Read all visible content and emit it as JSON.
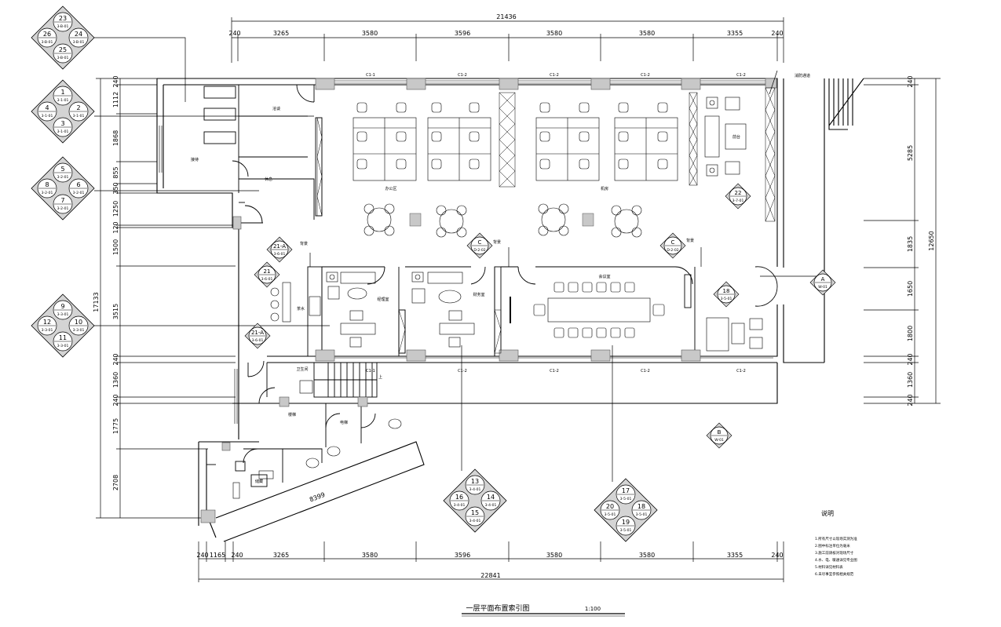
{
  "drawing": {
    "title": "一层平面布置索引图",
    "scale": "1:100"
  },
  "dimensions": {
    "top_total": "21436",
    "top_segments": [
      "240",
      "3265",
      "3580",
      "3596",
      "3580",
      "3580",
      "3355",
      "240"
    ],
    "bottom_total": "22841",
    "bottom_segments": [
      "240",
      "1165",
      "240",
      "3265",
      "3580",
      "3596",
      "3580",
      "3580",
      "3355",
      "240"
    ],
    "left_total": "17133",
    "left_segments": [
      "240",
      "1112",
      "1868",
      "855",
      "350",
      "1250",
      "120",
      "1500",
      "3515",
      "240",
      "1360",
      "240",
      "1775",
      "2708"
    ],
    "right_total": "12650",
    "right_segments": [
      "240",
      "5285",
      "1835",
      "1650",
      "1800",
      "240",
      "1360",
      "240"
    ],
    "diagonal": "8399"
  },
  "window_labels_top": [
    "C1-1",
    "C1-2",
    "C1-2",
    "C1-2",
    "C1-2"
  ],
  "window_labels_mid": [
    "C1-1",
    "C1-2",
    "C1-2",
    "C1-2",
    "C1-2"
  ],
  "room_labels": {
    "r1": "洽谈",
    "r2": "办公区",
    "r3": "接待",
    "r4": "休息",
    "r5": "经理室",
    "r6": "财务室",
    "r7": "会议室",
    "r8": "前台",
    "r9": "卫生间",
    "r10": "楼梯",
    "r11": "电梯",
    "r12": "茶水",
    "r13": "机房",
    "r14": "储藏"
  },
  "annotations": {
    "backdrop1": "背景",
    "backdrop2": "背景",
    "backdrop3": "背景",
    "stair_up": "上",
    "entry": "消防通道"
  },
  "index_clusters": [
    {
      "top": "23",
      "top_ref": "3-B-01",
      "left": "26",
      "left_ref": "3-B-01",
      "right": "24",
      "right_ref": "3-B-01",
      "bottom": "25",
      "bottom_ref": "3-B-01"
    },
    {
      "top": "1",
      "top_ref": "3-1-01",
      "left": "4",
      "left_ref": "3-1-01",
      "right": "2",
      "right_ref": "3-1-01",
      "bottom": "3",
      "bottom_ref": "3-1-01"
    },
    {
      "top": "5",
      "top_ref": "3-2-01",
      "left": "8",
      "left_ref": "3-2-01",
      "right": "6",
      "right_ref": "3-2-01",
      "bottom": "7",
      "bottom_ref": "3-2-01"
    },
    {
      "top": "9",
      "top_ref": "3-3-01",
      "left": "12",
      "left_ref": "3-3-01",
      "right": "10",
      "right_ref": "3-3-01",
      "bottom": "11",
      "bottom_ref": "3-3-01"
    },
    {
      "top": "13",
      "top_ref": "3-4-01",
      "left": "16",
      "left_ref": "3-4-01",
      "right": "14",
      "right_ref": "3-4-01",
      "bottom": "15",
      "bottom_ref": "3-4-01"
    },
    {
      "top": "17",
      "top_ref": "3-5-01",
      "left": "20",
      "left_ref": "3-5-01",
      "right": "18",
      "right_ref": "3-5-01",
      "bottom": "19",
      "bottom_ref": "3-5-01"
    }
  ],
  "section_markers": [
    {
      "num": "21-A",
      "ref": "3-6-01"
    },
    {
      "num": "21",
      "ref": "3-6-01"
    },
    {
      "num": "21-A",
      "ref": "3-6-01"
    },
    {
      "num": "C",
      "ref": "D-2-02"
    },
    {
      "num": "C",
      "ref": "D-2-02"
    },
    {
      "num": "22",
      "ref": "3-7-01"
    },
    {
      "num": "18",
      "ref": "3-5-01"
    },
    {
      "num": "A",
      "ref": "W-01"
    },
    {
      "num": "B",
      "ref": "W-01"
    }
  ],
  "notes": {
    "heading": "说明",
    "items": [
      "1.所有尺寸以现场实测为准",
      "2.图中标注单位为毫米",
      "3.施工前请核对现场尺寸",
      "4.水、电、暖通详见专业图",
      "5.材料详见材料表",
      "6.未尽事宜参照相关规范"
    ]
  }
}
